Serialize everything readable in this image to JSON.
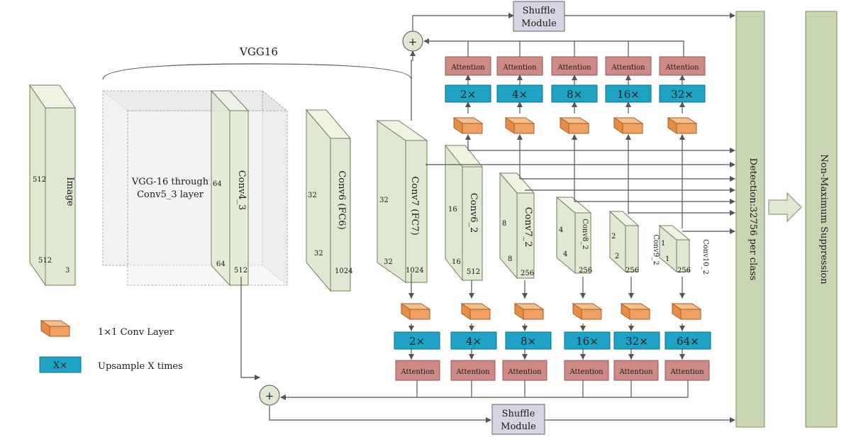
{
  "colors": {
    "layer_face": "#dfe8d0",
    "layer_side": "#c8d6b4",
    "layer_top": "#eef3e4",
    "edge": "#6f8060",
    "attention": "#cf8a86",
    "upsample": "#1ea3c4",
    "conv1x1": "#f0a060",
    "shuffle": "#d7d4e4",
    "panel": "#c8d6b4"
  },
  "vgg_title": "VGG16",
  "image": {
    "label": "Image",
    "dim_a": "512",
    "dim_b": "512",
    "dim_c": "3"
  },
  "vgg_block": {
    "line1": "VGG-16 through",
    "line2": "Conv5_3 layer"
  },
  "conv4_3": {
    "label": "Conv4_3",
    "dim_a": "64",
    "dim_b": "64",
    "dim_c": "512"
  },
  "conv6": {
    "label": "Conv6 (FC6)",
    "dim_a": "32",
    "dim_b": "32",
    "dim_c": "1024"
  },
  "conv7": {
    "label": "Conv7 (FC7)",
    "dim_a": "32",
    "dim_b": "32",
    "dim_c": "1024"
  },
  "conv6_2": {
    "label": "Conv6_2",
    "dim_a": "16",
    "dim_b": "16",
    "dim_c": "512"
  },
  "conv7_2": {
    "label": "Conv7_2",
    "dim_a": "8",
    "dim_b": "8",
    "dim_c": "256"
  },
  "conv8_2": {
    "label": "Conv8_2",
    "dim_a": "4",
    "dim_b": "4",
    "dim_c": "256"
  },
  "conv9_2": {
    "label": "Conv9_2",
    "dim_a": "2",
    "dim_b": "2",
    "dim_c": "256"
  },
  "conv10_2": {
    "label": "Conv10_2",
    "dim_a": "1",
    "dim_b": "1",
    "dim_c": "256"
  },
  "top_branch": {
    "attention": [
      "Attention",
      "Attention",
      "Attention",
      "Attention",
      "Attention"
    ],
    "upsample": [
      "2×",
      "4×",
      "8×",
      "16×",
      "32×"
    ]
  },
  "bottom_branch": {
    "attention": [
      "Attention",
      "Attention",
      "Attention",
      "Attention",
      "Attention",
      "Attention"
    ],
    "upsample": [
      "2×",
      "4×",
      "8×",
      "16×",
      "32×",
      "64×"
    ]
  },
  "shuffle": {
    "line1": "Shuffle",
    "line2": "Module"
  },
  "plus": "+",
  "detection": "Detection:32756 per class",
  "nms": "Non-Maximum Suppression",
  "legend": {
    "conv_label": "1×1 Conv Layer",
    "upsample_symbol": "X×",
    "upsample_label": "Upsample X times"
  }
}
